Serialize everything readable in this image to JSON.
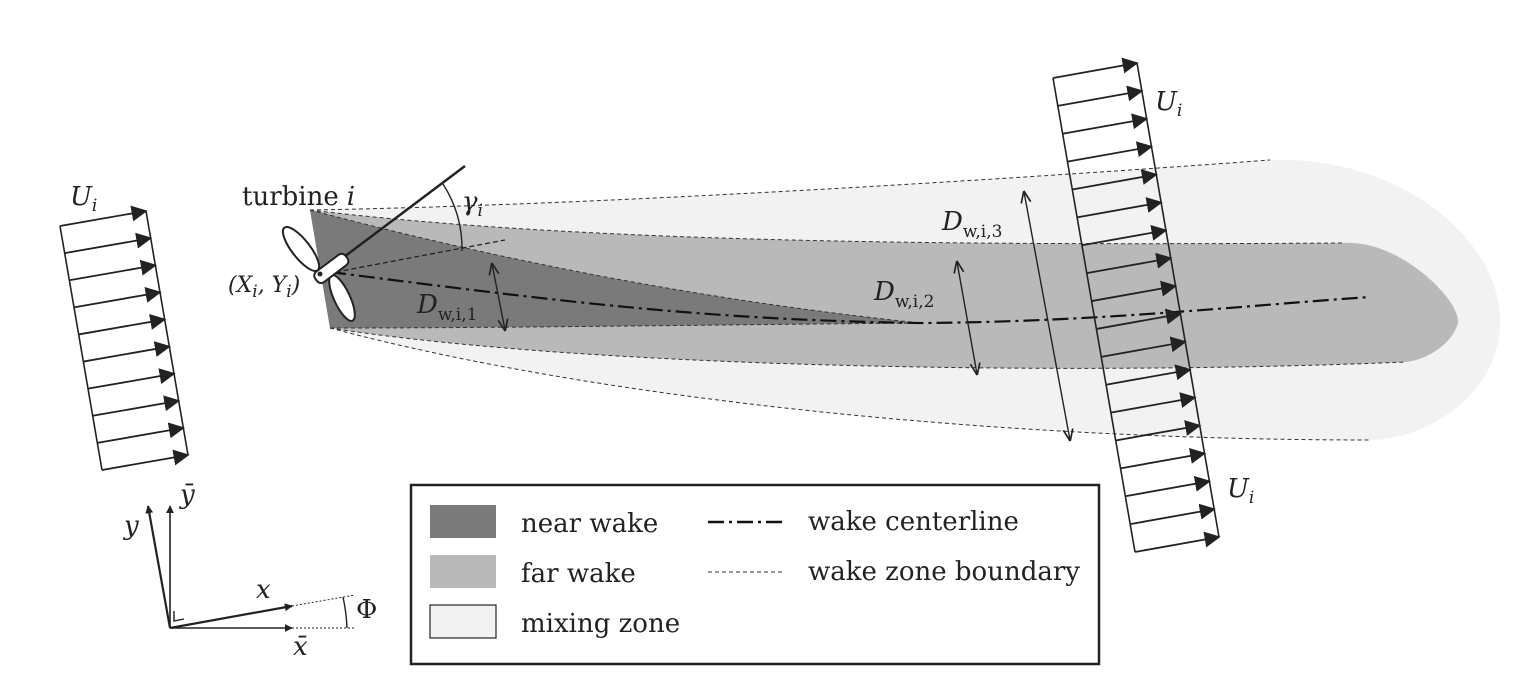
{
  "colors": {
    "near_wake": "#7a7a7a",
    "far_wake": "#b9b9b9",
    "mixing_zone": "#f2f2f2",
    "line": "#222222",
    "boundary": "#333333"
  },
  "labels": {
    "turbine_word": "turbine",
    "turbine_index": "i",
    "position": "(X",
    "position_sub": "i",
    "position_mid": ", Y",
    "position_sub2": "i",
    "position_end": ")",
    "yaw_angle": "γ",
    "yaw_angle_sub": "i",
    "inflow": "U",
    "inflow_sub": "i",
    "width1": "D",
    "width1_sub": "w,i,1",
    "width2": "D",
    "width2_sub": "w,i,2",
    "width3": "D",
    "width3_sub": "w,i,3"
  },
  "axes": {
    "y_label": "y",
    "ybar_label": "ȳ",
    "x_label": "x",
    "xbar_label": "x̄",
    "angle_label": "Φ"
  },
  "legend": {
    "near_wake": "near wake",
    "far_wake": "far wake",
    "mixing_zone": "mixing zone",
    "centerline": "wake centerline",
    "boundary": "wake zone boundary"
  }
}
